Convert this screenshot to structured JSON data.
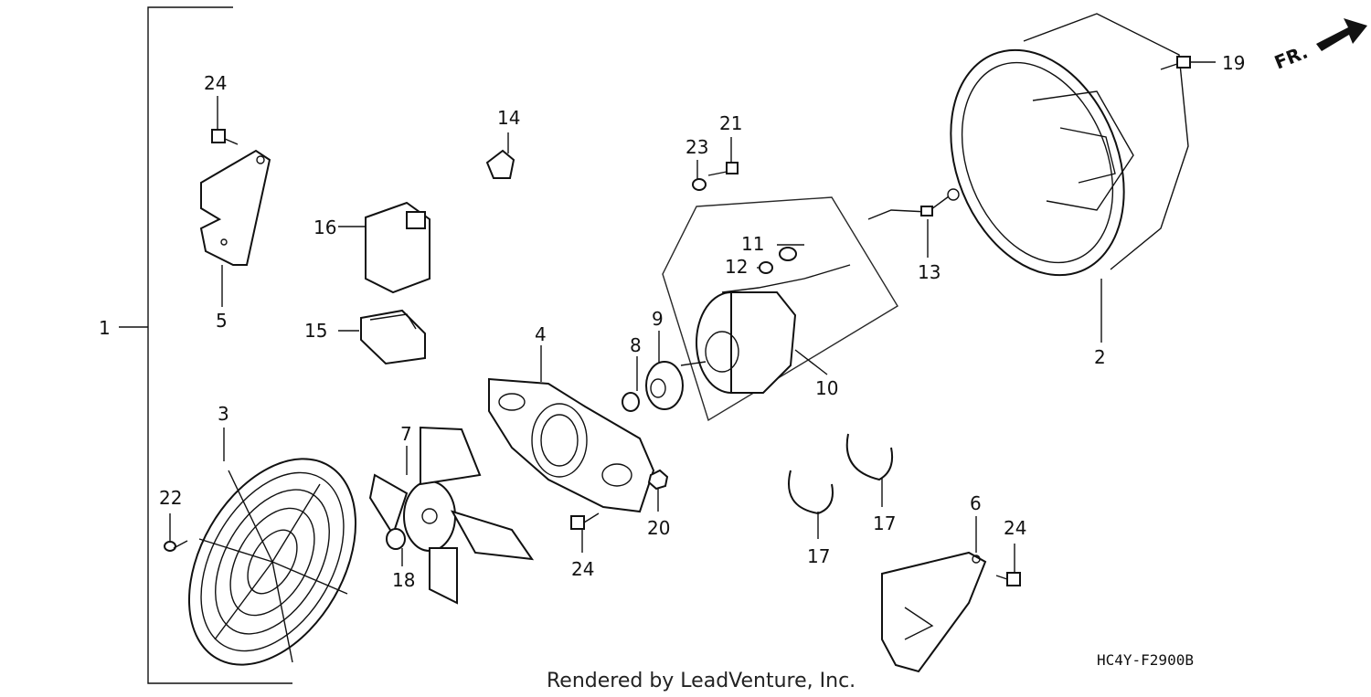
{
  "diagram": {
    "callouts": [
      {
        "id": "c1",
        "text": "1"
      },
      {
        "id": "c2",
        "text": "2"
      },
      {
        "id": "c3",
        "text": "3"
      },
      {
        "id": "c4",
        "text": "4"
      },
      {
        "id": "c5",
        "text": "5"
      },
      {
        "id": "c6",
        "text": "6"
      },
      {
        "id": "c7",
        "text": "7"
      },
      {
        "id": "c8",
        "text": "8"
      },
      {
        "id": "c9",
        "text": "9"
      },
      {
        "id": "c10",
        "text": "10"
      },
      {
        "id": "c11",
        "text": "11"
      },
      {
        "id": "c12",
        "text": "12"
      },
      {
        "id": "c13",
        "text": "13"
      },
      {
        "id": "c14",
        "text": "14"
      },
      {
        "id": "c15",
        "text": "15"
      },
      {
        "id": "c16",
        "text": "16"
      },
      {
        "id": "c17a",
        "text": "17"
      },
      {
        "id": "c17b",
        "text": "17"
      },
      {
        "id": "c18",
        "text": "18"
      },
      {
        "id": "c19",
        "text": "19"
      },
      {
        "id": "c20",
        "text": "20"
      },
      {
        "id": "c21",
        "text": "21"
      },
      {
        "id": "c22",
        "text": "22"
      },
      {
        "id": "c23",
        "text": "23"
      },
      {
        "id": "c24a",
        "text": "24"
      },
      {
        "id": "c24b",
        "text": "24"
      },
      {
        "id": "c24c",
        "text": "24"
      }
    ],
    "direction_label": "FR.",
    "drawing_code": "HC4Y-F2900B",
    "footer": "Rendered by LeadVenture, Inc."
  }
}
